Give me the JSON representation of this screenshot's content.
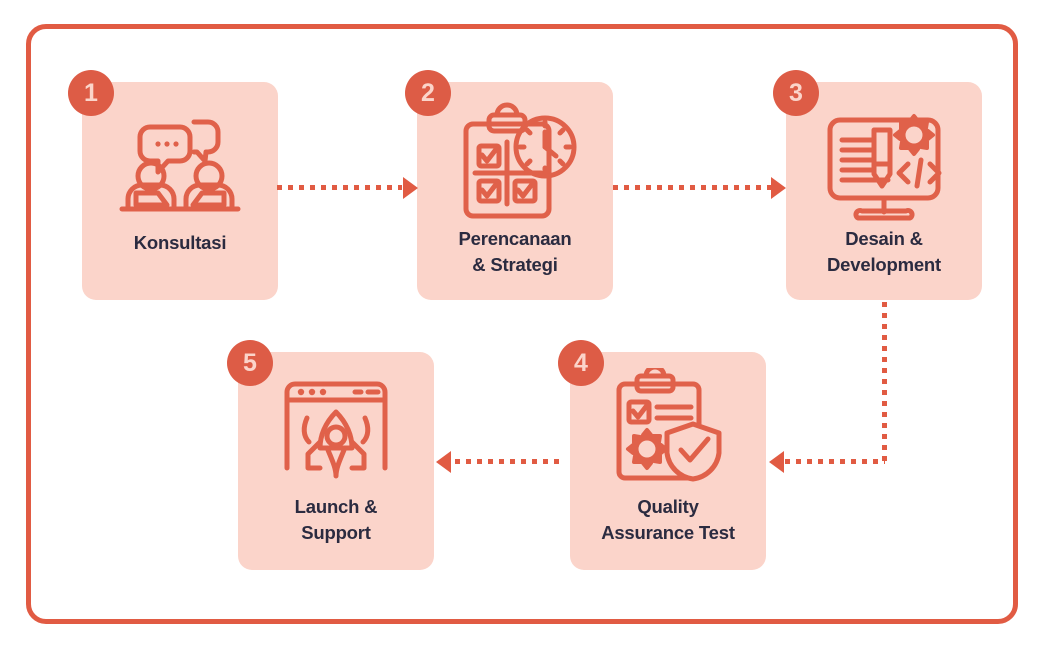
{
  "frame": {
    "border_color": "#e15b43"
  },
  "palette": {
    "accent": "#e15b43",
    "badge_bg": "#dd5c46",
    "card_bg": "#fbd4ca",
    "icon_stroke": "#e0614a",
    "label_text": "#2b2b40",
    "page_bg": "#ffffff"
  },
  "steps": [
    {
      "number": "1",
      "label": "Konsultasi",
      "icon": "consultation-people-chat-icon"
    },
    {
      "number": "2",
      "label": "Perencanaan\n& Strategi",
      "icon": "clipboard-checklist-clock-icon"
    },
    {
      "number": "3",
      "label": "Desain &\nDevelopment",
      "icon": "monitor-pencil-gear-code-icon"
    },
    {
      "number": "4",
      "label": "Quality\nAssurance Test",
      "icon": "clipboard-gear-shield-check-icon"
    },
    {
      "number": "5",
      "label": "Launch &\nSupport",
      "icon": "browser-rocket-launch-icon"
    }
  ],
  "connectors": [
    {
      "name": "connector-1-to-2",
      "direction": "right"
    },
    {
      "name": "connector-2-to-3",
      "direction": "right"
    },
    {
      "name": "connector-3-to-4",
      "direction": "down-then-left"
    },
    {
      "name": "connector-4-to-5",
      "direction": "left"
    }
  ]
}
